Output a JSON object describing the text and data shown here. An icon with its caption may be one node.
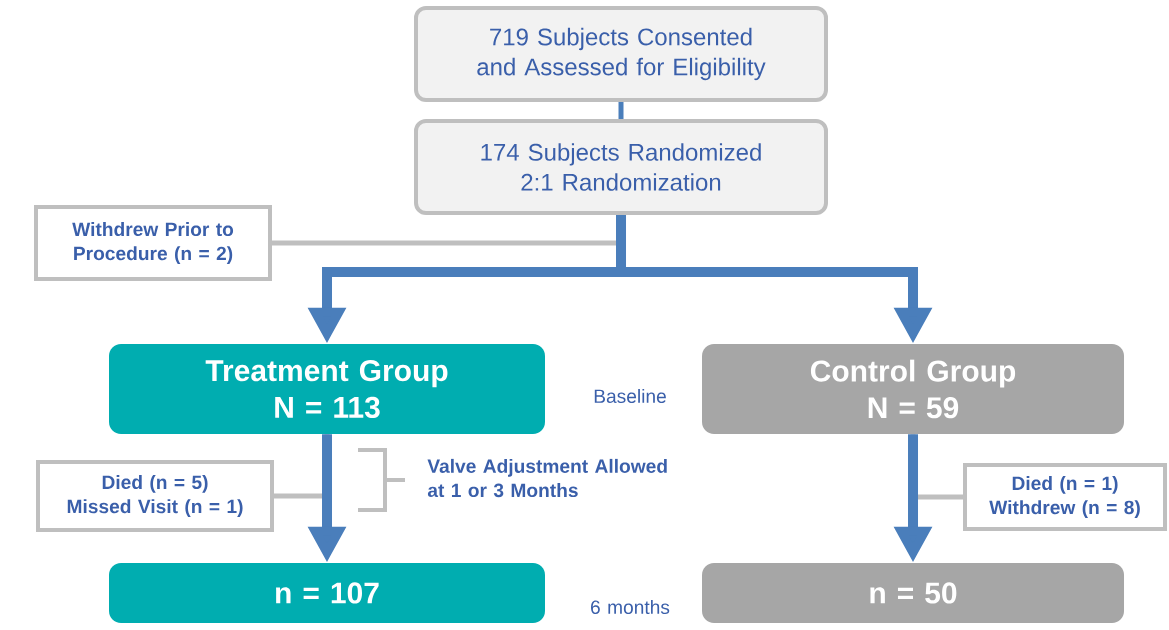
{
  "diagram": {
    "nodes": [
      {
        "text": [
          "719 Subjects Consented and Assessed for Eligibility"
        ]
      },
      {
        "text": [
          "174 Subjects Randomized",
          "2:1 Randomization"
        ]
      },
      {
        "text": [
          "Withdrew Prior to Procedure (n = 2)"
        ]
      },
      {
        "text": [
          "Treatment Group",
          "N = 113"
        ]
      },
      {
        "text": [
          "Control Group",
          "N = 59"
        ]
      },
      {
        "text": [
          "Died (n = 5)",
          "Missed Visit (n = 1)"
        ]
      },
      {
        "text": [
          "n = 107"
        ]
      },
      {
        "text": [
          "Died (n = 1)",
          "Withdrew (n = 8)"
        ]
      },
      {
        "text": [
          "n = 50"
        ]
      }
    ],
    "edges": [
      {
        "from": 0,
        "to": 1,
        "arrow": "none"
      },
      {
        "from": 1,
        "to": 2,
        "arrow": "none",
        "color": "#bfbfbf"
      },
      {
        "from": 1,
        "to": 3,
        "arrow": "to",
        "style": "thick"
      },
      {
        "from": 1,
        "to": 4,
        "arrow": "to",
        "style": "thick"
      },
      {
        "from": 3,
        "to": 5,
        "arrow": "none",
        "color": "#bfbfbf"
      },
      {
        "from": 3,
        "to": 6,
        "arrow": "to",
        "style": "thick"
      },
      {
        "from": 4,
        "to": 7,
        "arrow": "none",
        "color": "#bfbfbf"
      },
      {
        "from": 4,
        "to": 8,
        "arrow": "to",
        "style": "thick"
      }
    ],
    "labels": [
      "Baseline",
      "Valve Adjustment Allowed at 1 or 3 Months",
      "6 months"
    ]
  }
}
